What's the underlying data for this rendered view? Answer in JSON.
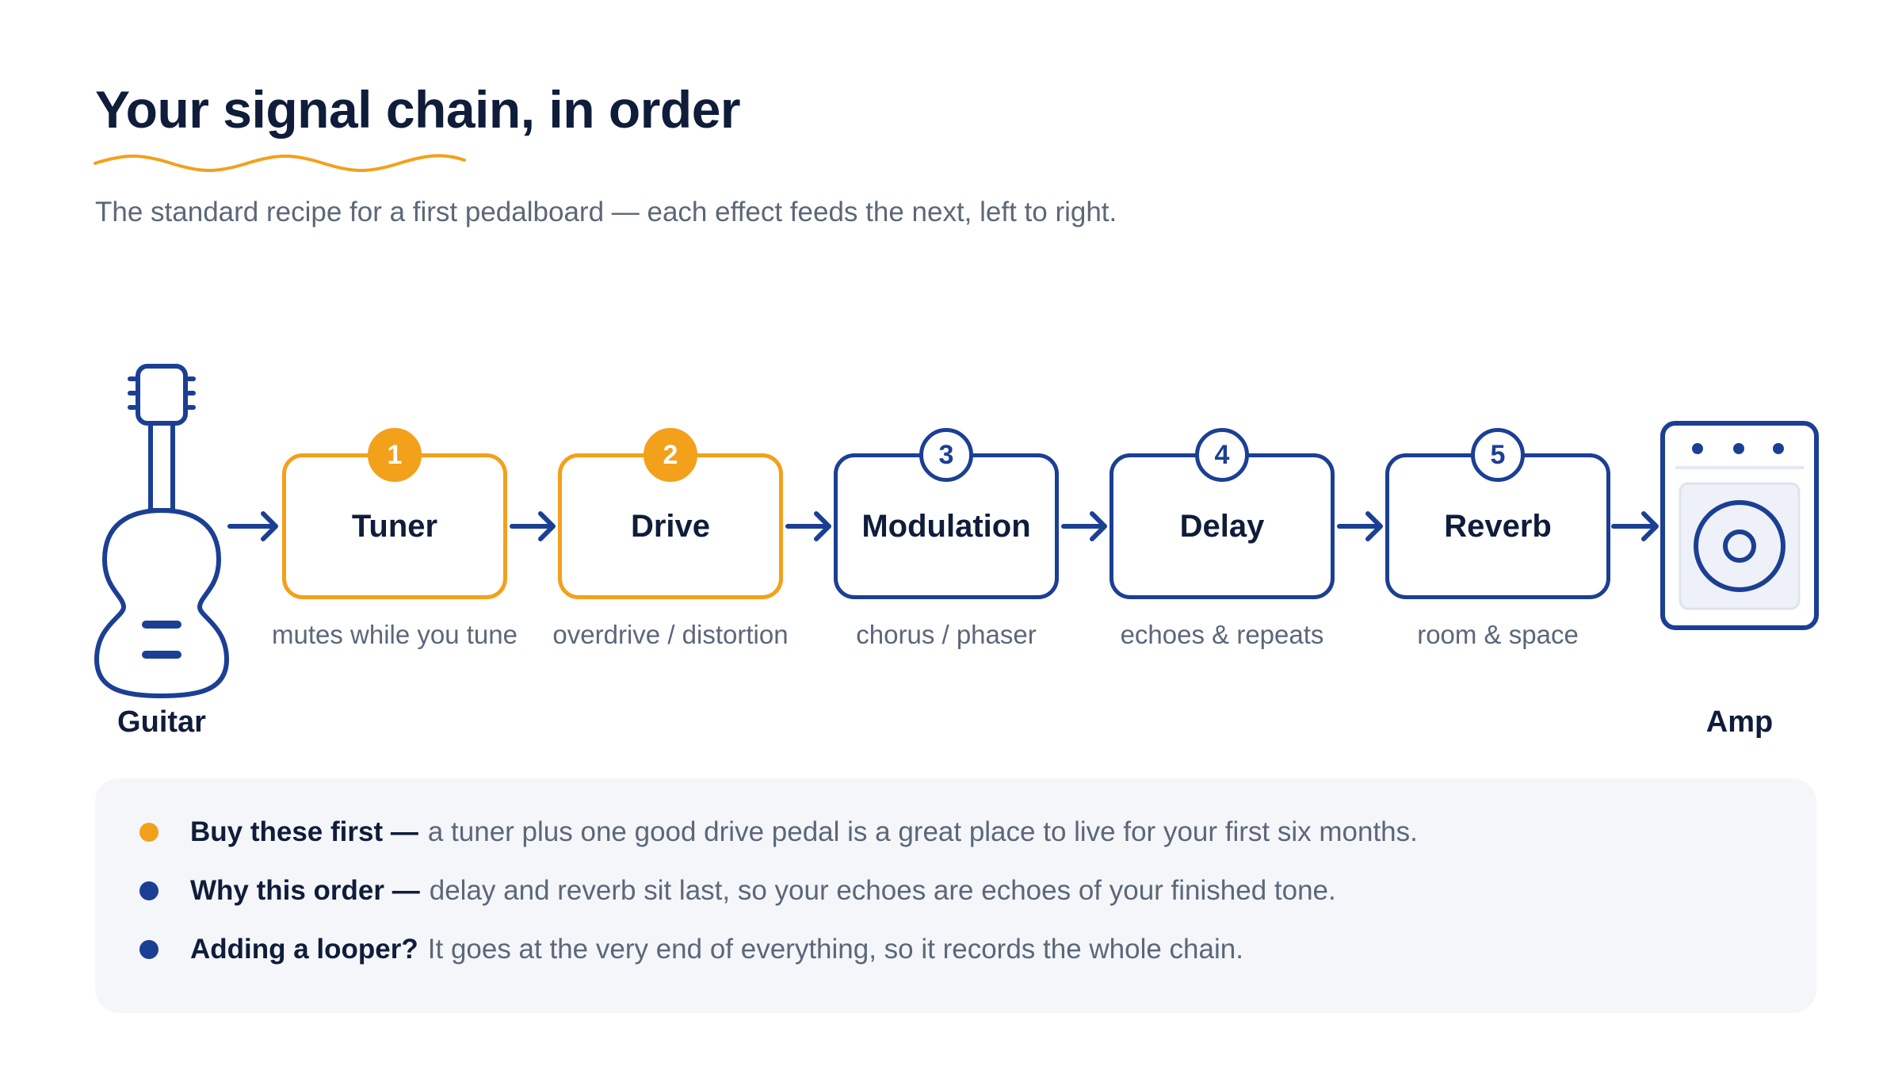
{
  "header": {
    "title": "Your signal chain, in order",
    "subtitle": "The standard recipe for a first pedalboard — each effect feeds the next, left to right."
  },
  "colors": {
    "accent": "#f3a01b",
    "primary": "#1b3f94",
    "text": "#0f1d3a",
    "muted": "#5b6779",
    "panel": "#f4f6fa"
  },
  "chain": {
    "input": {
      "label": "Guitar",
      "icon": "guitar-icon"
    },
    "output": {
      "label": "Amp",
      "icon": "amp-icon"
    },
    "pedals": [
      {
        "number": "1",
        "name": "Tuner",
        "caption": "mutes while you tune",
        "highlight": true
      },
      {
        "number": "2",
        "name": "Drive",
        "caption": "overdrive / distortion",
        "highlight": true
      },
      {
        "number": "3",
        "name": "Modulation",
        "caption": "chorus / phaser",
        "highlight": false
      },
      {
        "number": "4",
        "name": "Delay",
        "caption": "echoes & repeats",
        "highlight": false
      },
      {
        "number": "5",
        "name": "Reverb",
        "caption": "room & space",
        "highlight": false
      }
    ]
  },
  "notes": [
    {
      "bold": "Buy these first —",
      "text": "a tuner plus one good drive pedal is a great place to live for your first six months.",
      "color": "accent"
    },
    {
      "bold": "Why this order —",
      "text": "delay and reverb sit last, so your echoes are echoes of your finished tone.",
      "color": "primary"
    },
    {
      "bold": "Adding a looper?",
      "text": "It goes at the very end of everything, so it records the whole chain.",
      "color": "primary"
    }
  ]
}
